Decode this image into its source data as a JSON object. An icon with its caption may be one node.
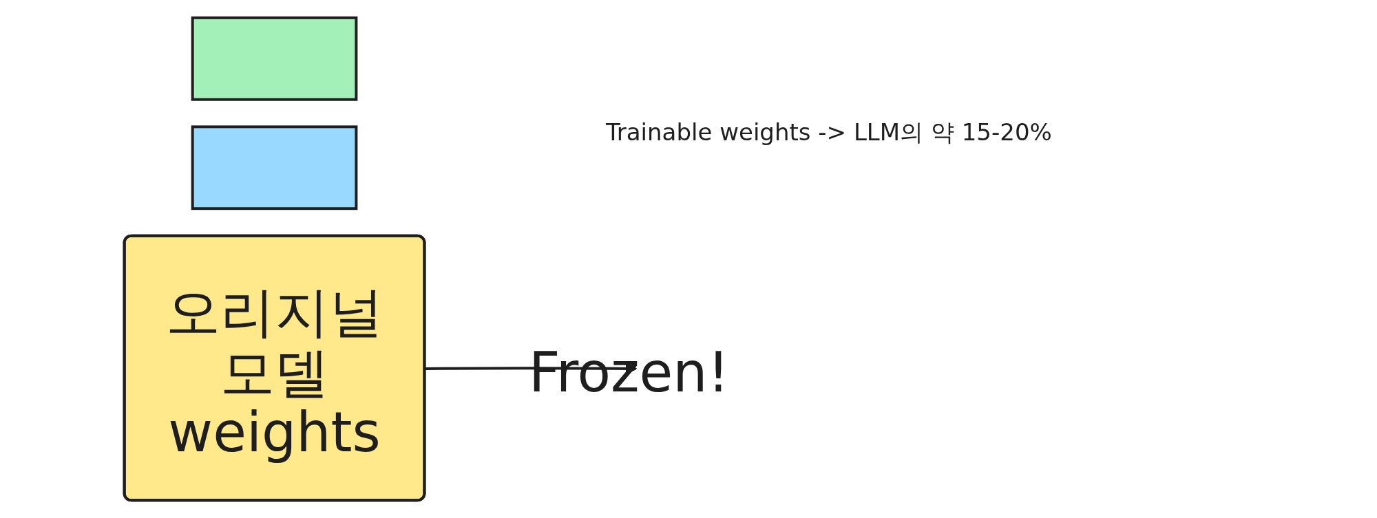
{
  "diagram": {
    "nodes": [
      {
        "text": [],
        "shape": "box"
      },
      {
        "text": [],
        "shape": "box"
      },
      {
        "text": [
          "오리지널 모델 weights"
        ]
      },
      {
        "text": [
          "Frozen!"
        ]
      }
    ],
    "edges": [
      {
        "from": 2,
        "to": 3,
        "arrow": "to"
      }
    ],
    "labels": [
      "Trainable weights -> LLM의 약 15-20%"
    ]
  }
}
